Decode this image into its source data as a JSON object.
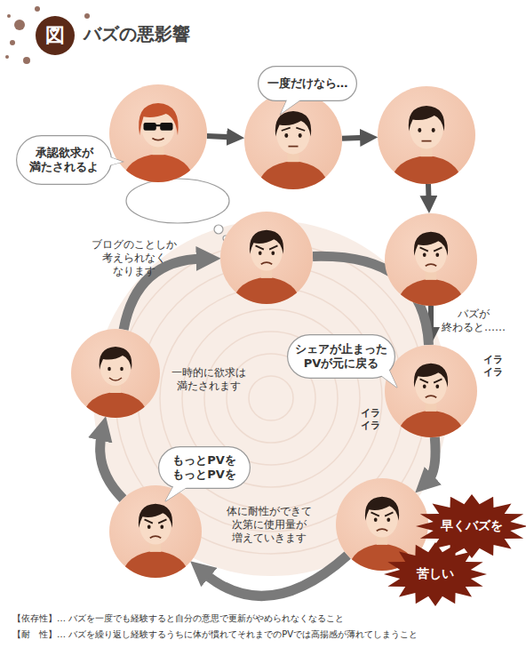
{
  "diagram": {
    "title": "バズの悪影響",
    "nodes": [
      {
        "text": [
          "図"
        ]
      },
      {
        "text": [
          "一度だけなら…"
        ]
      },
      {
        "text": []
      },
      {
        "text": [
          "承認欲求が 満たされるよ"
        ]
      },
      {
        "text": []
      },
      {
        "text": []
      },
      {
        "text": [
          "ブログのことしか 考えられなく なります"
        ]
      },
      {
        "text": [
          "バズが 終わると……"
        ]
      },
      {
        "text": [
          "シェアが止まった PVが元に戻る"
        ]
      },
      {
        "text": []
      },
      {
        "text": [
          "一時的に欲求は 満たされます"
        ]
      },
      {
        "text": [
          "もっとPVを もっとPVを"
        ]
      },
      {
        "text": [
          "体に耐性ができて 次第に使用量が 増えていきます"
        ]
      },
      {
        "text": []
      },
      {
        "text": [
          "早くバズを"
        ]
      },
      {
        "text": [
          "苦しい"
        ]
      }
    ],
    "edges": [
      {
        "from": 2,
        "to": 4,
        "arrow": "to"
      },
      {
        "from": 4,
        "to": 5,
        "arrow": "to"
      },
      {
        "from": 5,
        "to": 7,
        "arrow": "to"
      },
      {
        "from": 7,
        "to": 9,
        "arrow": "to"
      },
      {
        "from": 9,
        "to": 13,
        "arrow": "to"
      },
      {
        "from": 13,
        "to": 12,
        "arrow": "to"
      },
      {
        "from": 12,
        "to": 10,
        "arrow": "to"
      },
      {
        "from": 10,
        "to": 6,
        "arrow": "to"
      },
      {
        "from": 6,
        "to": 9,
        "arrow": "none"
      }
    ],
    "labels": [
      "イラ イラ",
      "イラ イラ",
      "【依存性】… バズを一度でも経験すると自分の意思で更新がやめられなくなること",
      "【耐　性】… バズを繰り返し経験するうちに体が慣れてそれまでのPVでは高揚感が薄れてしまうこと"
    ]
  }
}
